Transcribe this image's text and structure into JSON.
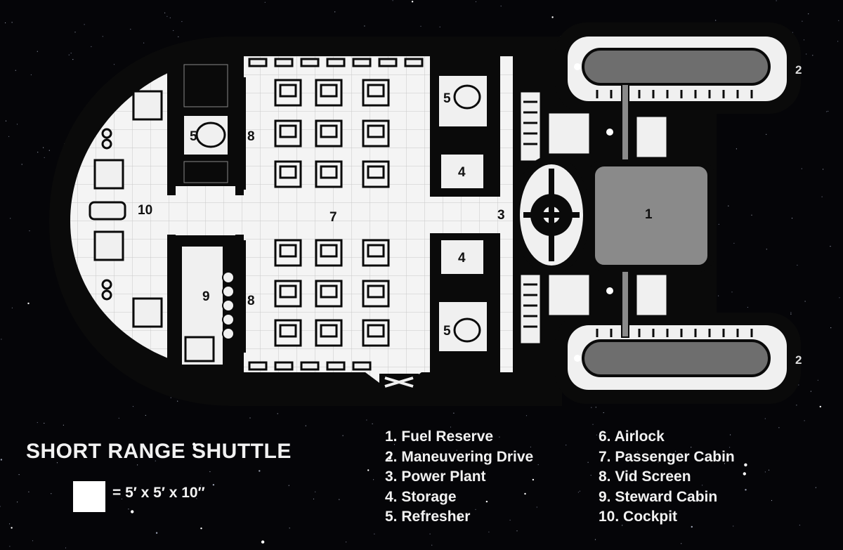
{
  "title": "SHORT RANGE SHUTTLE",
  "scale": {
    "text": "= 5′ x 5′ x 10″"
  },
  "legend": {
    "left": [
      "1. Fuel Reserve",
      "2. Maneuvering Drive",
      "3. Power Plant",
      "4. Storage",
      "5. Refresher"
    ],
    "right": [
      "6. Airlock",
      "7. Passenger Cabin",
      "8. Vid Screen",
      "9. Steward Cabin",
      "10. Cockpit"
    ]
  },
  "rooms": {
    "fuel": "1",
    "drive_top": "2",
    "drive_bottom": "2",
    "power": "3",
    "storage_top": "4",
    "storage_bottom": "4",
    "refresher_left": "5",
    "refresher_right_top": "5",
    "refresher_right_bottom": "5",
    "passenger": "7",
    "vid_top": "8",
    "vid_bottom": "8",
    "steward": "9",
    "cockpit": "10"
  },
  "colors": {
    "space": "#050508",
    "hull": "#0a0a0a",
    "floor": "#f4f4f4",
    "grid": "#c8c8c8",
    "fuel_tank": "#8a8a8a",
    "text": "#f2f2f2"
  }
}
